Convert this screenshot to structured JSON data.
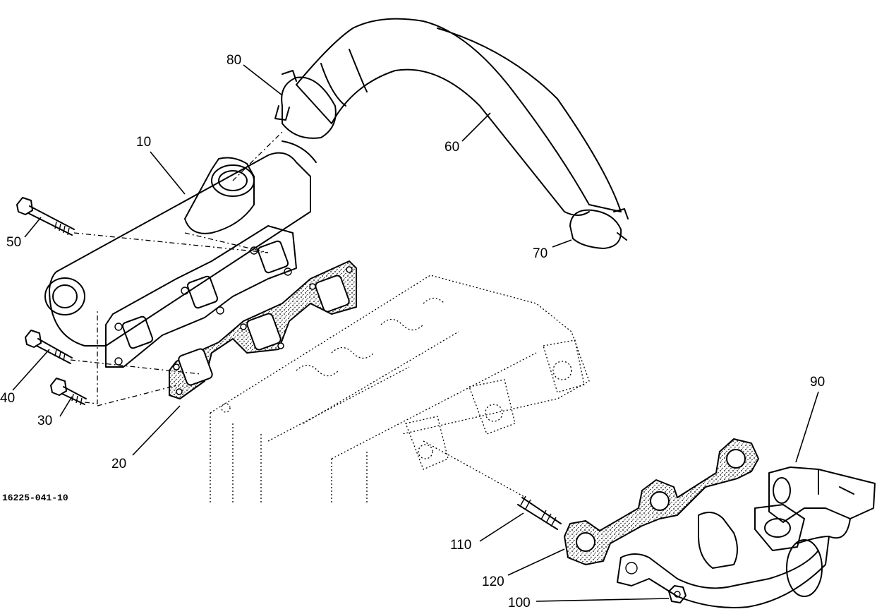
{
  "callouts": {
    "c10": "10",
    "c20": "20",
    "c30": "30",
    "c40": "40",
    "c50": "50",
    "c60": "60",
    "c70": "70",
    "c80": "80",
    "c90": "90",
    "c100": "100",
    "c110": "110",
    "c120": "120"
  },
  "figure_code": "16225-041-10"
}
